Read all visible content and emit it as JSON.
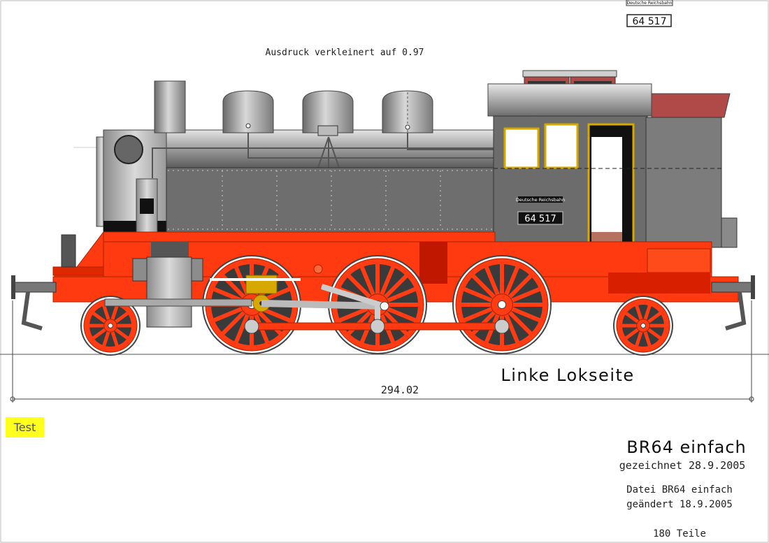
{
  "top_plate": {
    "owner": "Deutsche Reichsbahn",
    "number": "64 517"
  },
  "print_note": "Ausdruck verkleinert auf 0.97",
  "loco": {
    "cab_plate_owner": "Deutsche Reichsbahn",
    "cab_plate_number": "64 517",
    "side_label": "Linke Lokseite",
    "colors": {
      "boiler": "#a8a8a8",
      "tank": "#6e6e6e",
      "frame": "#ff3a10",
      "wheel": "#ff3c14",
      "cab_roof": "#b04a48",
      "window_frame": "#d6a800"
    }
  },
  "dimension": {
    "length": "294.02"
  },
  "badge": {
    "label": "Test",
    "color": "#ffff1e"
  },
  "title_block": {
    "title": "BR64 einfach",
    "drawn": "gezeichnet 28.9.2005",
    "file": "Datei BR64 einfach",
    "changed": "geändert 18.9.2005",
    "parts": "180 Teile"
  }
}
